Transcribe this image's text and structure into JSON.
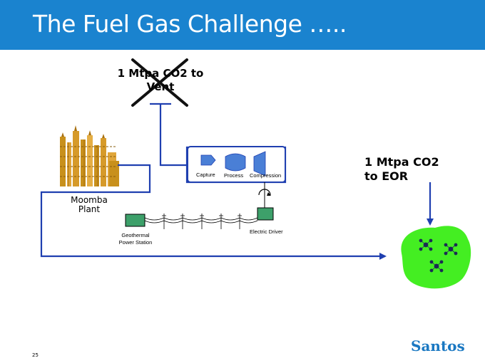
{
  "title": "The Fuel Gas Challenge …..",
  "vent": {
    "line1": "1 Mtpa CO2  to",
    "line2": "Vent",
    "crossed_out": true
  },
  "eor": {
    "line1": "1 Mtpa CO2",
    "line2": "to EOR"
  },
  "plant": {
    "line1": "Moomba",
    "line2": "Plant"
  },
  "process_units": {
    "capture": "Capture",
    "process": "Process",
    "compression": "Compression"
  },
  "geothermal": {
    "line1": "Geothermal",
    "line2": "Power Station"
  },
  "electric_driver": "Electric Driver",
  "page_number": "25",
  "logo": "Santos",
  "colors": {
    "header": "#1a83cf",
    "pipe": "#1f3fb0",
    "reservoir": "#44ee22",
    "cross": "#111111",
    "logo": "#1a78c2"
  }
}
